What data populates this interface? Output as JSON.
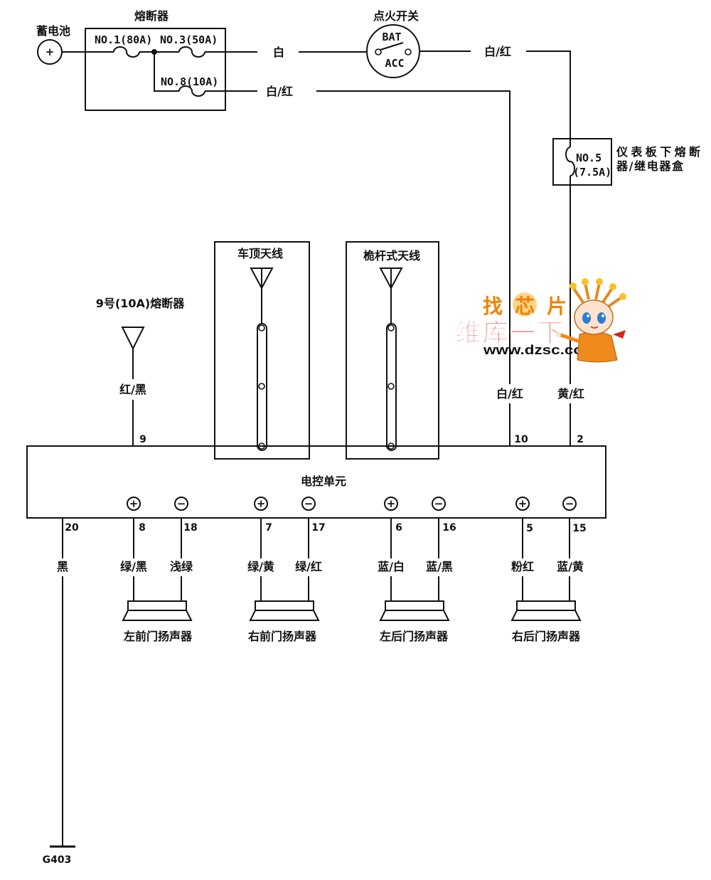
{
  "battery": {
    "label": "蓄电池",
    "terminal": "+"
  },
  "fuse_box": {
    "label": "熔断器",
    "fuse_no1": "NO.1(80A)",
    "fuse_no3": "NO.3(50A)",
    "fuse_no8": "NO.8(10A)"
  },
  "ignition_switch": {
    "label": "点火开关",
    "bat": "BAT",
    "acc": "ACC"
  },
  "wire_colors": {
    "fuse_no3_out": "白",
    "ignition_out": "白/红",
    "fuse_no8_out": "白/红",
    "ecu_pin10": "白/红",
    "ecu_pin2": "黄/红",
    "ecu_pin9": "红/黑"
  },
  "dash_fuse": {
    "fuse": "NO.5",
    "rating": "(7.5A)",
    "box_label_line1": "仪表板下熔断",
    "box_label_line2": "器/继电器盒"
  },
  "fuse9": {
    "label": "9号(10A)熔断器"
  },
  "antennas": [
    {
      "label": "车顶天线"
    },
    {
      "label": "桅杆式天线"
    }
  ],
  "ecu": {
    "label": "电控单元",
    "top_pins": {
      "fuse9_input": "9",
      "fuse8_input": "10",
      "dash_fuse_input": "2"
    },
    "terminal_plus": "+",
    "terminal_minus": "−"
  },
  "speakers": [
    {
      "label": "左前门扬声器",
      "plus_pin": "8",
      "plus_wire": "绿/黑",
      "minus_pin": "18",
      "minus_wire": "浅绿"
    },
    {
      "label": "右前门扬声器",
      "plus_pin": "7",
      "plus_wire": "绿/黄",
      "minus_pin": "17",
      "minus_wire": "绿/红"
    },
    {
      "label": "左后门扬声器",
      "plus_pin": "6",
      "plus_wire": "蓝/白",
      "minus_pin": "16",
      "minus_wire": "蓝/黑"
    },
    {
      "label": "右后门扬声器",
      "plus_pin": "5",
      "plus_wire": "粉红",
      "minus_pin": "15",
      "minus_wire": "蓝/黄"
    }
  ],
  "ground": {
    "pin": "20",
    "wire": "黑",
    "label": "G403"
  },
  "watermark": {
    "line1": "找芯片",
    "line2": "维库一下",
    "url": "www.dzsc.com"
  },
  "colors": {
    "ink": "#111111",
    "watermark_red": "#e5231b",
    "watermark_orange": "#f08300"
  }
}
